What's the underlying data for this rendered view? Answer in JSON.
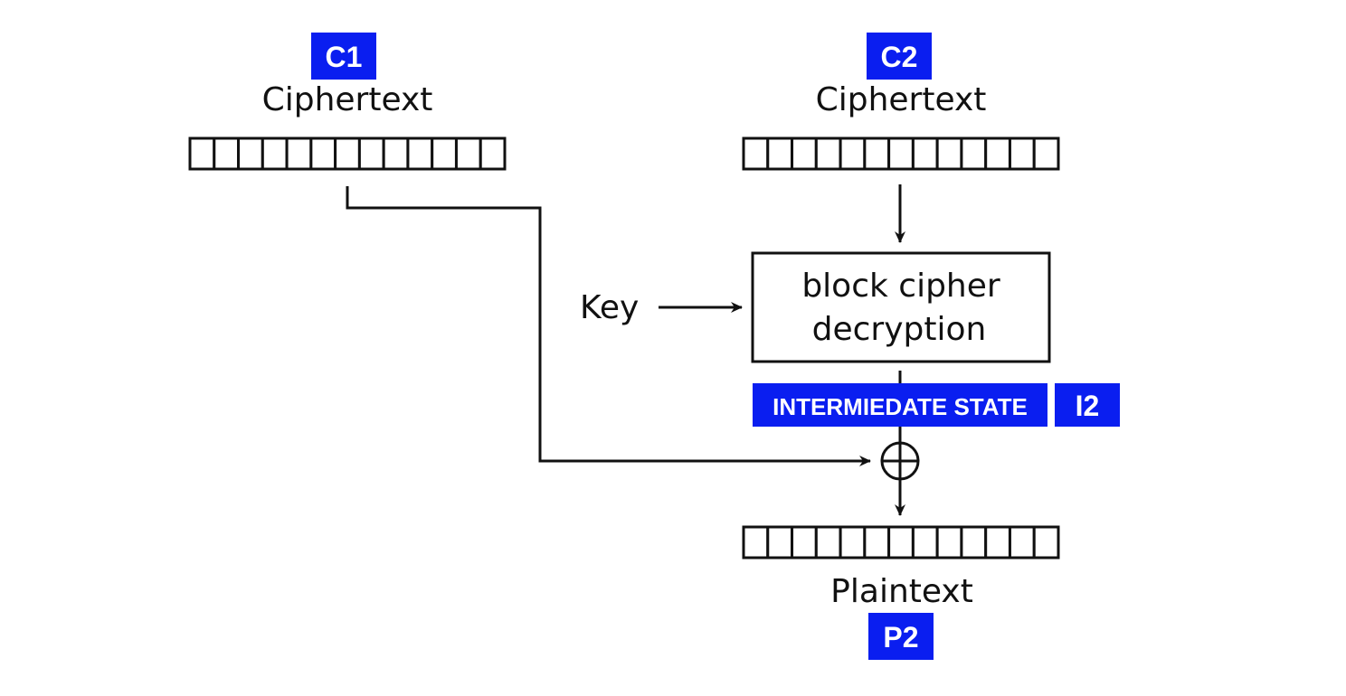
{
  "diagram": {
    "ciphertext_1": {
      "badge": "C1",
      "label": "Ciphertext",
      "cells": 13
    },
    "ciphertext_2": {
      "badge": "C2",
      "label": "Ciphertext",
      "cells": 13
    },
    "key_label": "Key",
    "block_cipher": {
      "line1": "block cipher",
      "line2": "decryption"
    },
    "intermediate": {
      "state_label": "INTERMIEDATE STATE",
      "badge": "I2"
    },
    "xor_symbol": "xor",
    "plaintext": {
      "label": "Plaintext",
      "badge": "P2",
      "cells": 13
    },
    "colors": {
      "badge_blue": "#0a1ef0",
      "ink": "#111111",
      "background": "#ffffff"
    }
  }
}
